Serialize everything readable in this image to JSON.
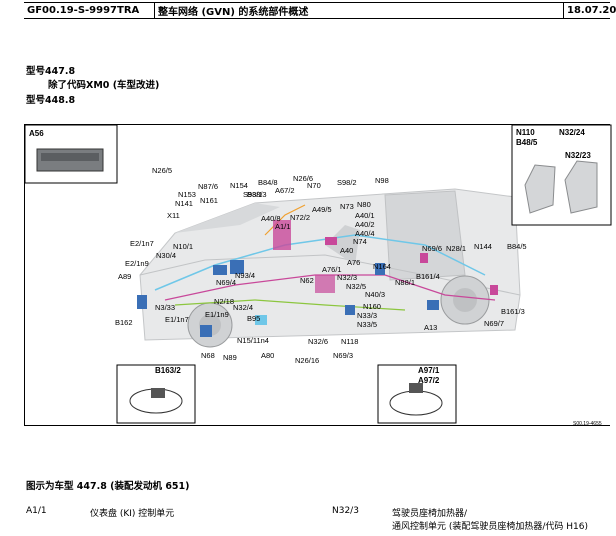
{
  "header": {
    "doc_code": "GF00.19-S-9997TRA",
    "title": "整车网络 (GVN) 的系统部件概述",
    "date": "18.07.20"
  },
  "models": {
    "m1_label": "型号447.8",
    "m1_note": "除了代码XM0 (车型改进)",
    "m2_label": "型号448.8"
  },
  "figure": {
    "inset_a56": "A56",
    "inset_seat": [
      "N110",
      "B48/5",
      "N32/24",
      "N32/23"
    ],
    "inset_b163": "B163/2",
    "inset_a97": [
      "A97/1",
      "A97/2"
    ],
    "labels": [
      "N26/5",
      "N153",
      "N141",
      "N87/6",
      "N161",
      "N154",
      "B84/8",
      "N26/6",
      "S98/1",
      "B38/3",
      "A67/2",
      "N70",
      "S98/2",
      "N98",
      "X11",
      "A40/8",
      "N72/2",
      "A49/5",
      "N73",
      "N80",
      "A1/1",
      "A40/1",
      "A40/2",
      "A40/4",
      "E2/1n7",
      "N10/1",
      "E2/1n9",
      "N30/4",
      "A89",
      "N74",
      "A40",
      "N69/6",
      "N28/1",
      "N144",
      "B84/5",
      "A76/1",
      "A76",
      "N164",
      "N93/4",
      "N69/4",
      "N62",
      "N32/3",
      "N32/5",
      "B161/4",
      "N88/1",
      "N2/18",
      "N3/33",
      "N32/4",
      "B162",
      "E1/1n7",
      "E1/1n9",
      "B95",
      "N40/3",
      "N160",
      "A13",
      "N69/7",
      "B161/3",
      "N33/3",
      "N33/5",
      "N68",
      "N89",
      "N15/11n4",
      "A80",
      "N32/6",
      "N26/16",
      "N118",
      "N69/3"
    ],
    "figure_code": "S00.19-4655"
  },
  "caption": "图示为车型 447.8 (装配发动机 651)",
  "legend": [
    {
      "code": "A1/1",
      "desc": "仪表盘 (KI) 控制单元"
    },
    {
      "code": "N32/3",
      "desc": "驾驶员座椅加热器/"
    },
    {
      "code": "",
      "desc": "通风控制单元 (装配驾驶员座椅加热器/代码 H16)"
    }
  ],
  "colors": {
    "magenta": "#c8489a",
    "cyan": "#6fc7e8",
    "blue": "#3a6fb6",
    "green": "#8cc63f",
    "orange": "#f0a030",
    "gray": "#b9bcbf"
  }
}
